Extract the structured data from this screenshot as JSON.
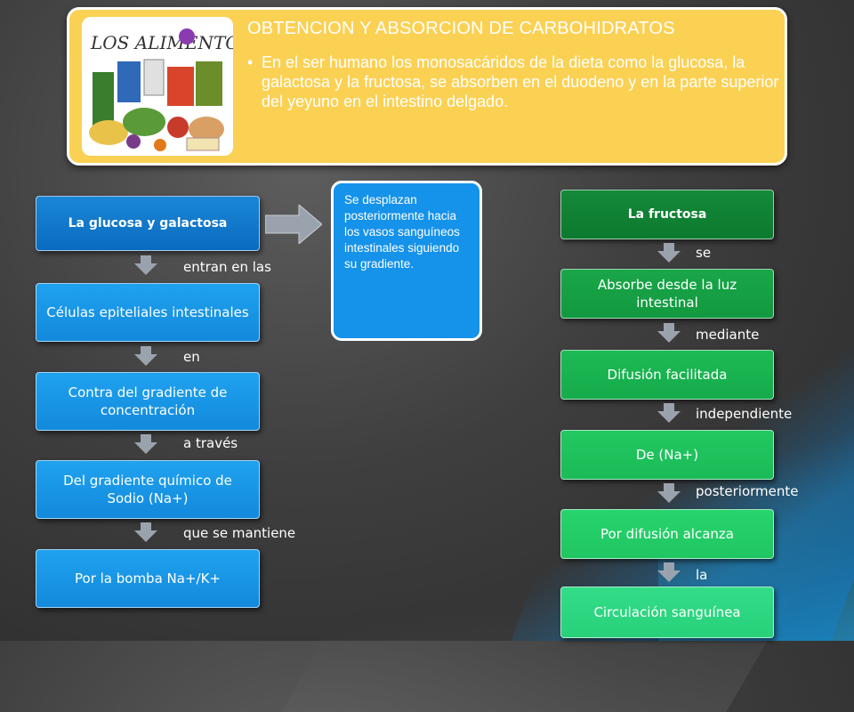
{
  "header": {
    "logo_text": "LOS ALIMENTOS",
    "title": "OBTENCION Y ABSORCION DE CARBOHIDRATOS",
    "bullet": "En el ser humano los monosacáridos de la dieta como la glucosa, la galactosa y la fructosa, se absorben en el duodeno y en la parte superior del yeyuno en el intestino delgado."
  },
  "left_flow": {
    "head": "La glucosa y galactosa",
    "boxes": [
      "Células epiteliales intestinales",
      "Contra del gradiente de concentración",
      "Del gradiente químico de Sodio (Na+)",
      "Por la bomba Na+/K+"
    ],
    "connectors": [
      "entran en las",
      "en",
      "a través",
      "que se mantiene"
    ]
  },
  "side_note": "Se desplazan posteriormente hacia los vasos sanguíneos intestinales siguiendo su gradiente.",
  "right_flow": {
    "head": "La fructosa",
    "boxes": [
      "Absorbe desde la luz intestinal",
      "Difusión facilitada",
      "De (Na+)",
      "Por difusión alcanza",
      "Circulación sanguínea"
    ],
    "connectors": [
      "se",
      "mediante",
      "independiente",
      "posteriormente",
      "la"
    ]
  },
  "colors": {
    "header_bg": "#fbd154",
    "left_flow": "#1fa2ef",
    "right_flow": "#1aa649",
    "arrow": "#9aa3ad"
  }
}
